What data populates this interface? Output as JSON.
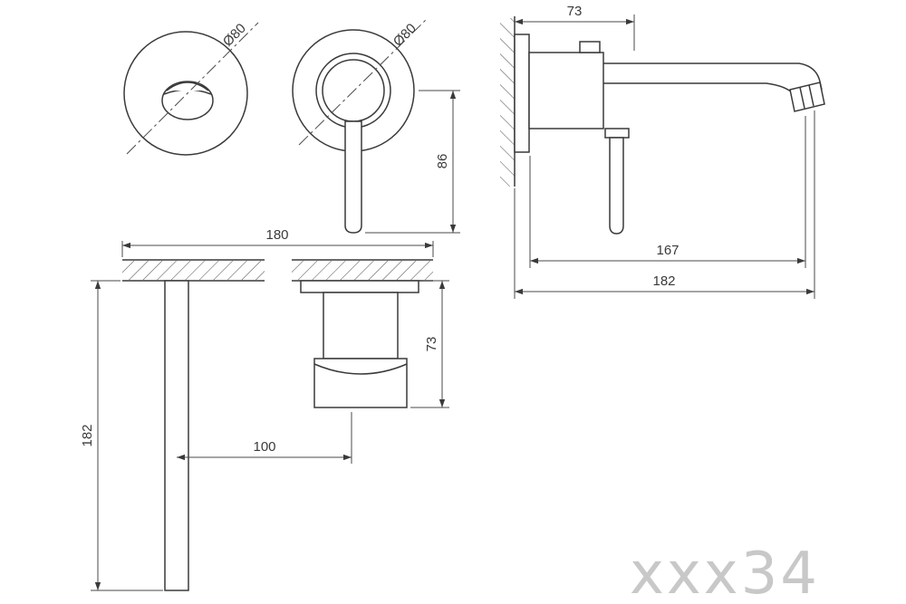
{
  "page": {
    "background_color": "#ffffff",
    "line_color": "#3a3a3a",
    "code_color": "#c8c8c8"
  },
  "labels": {
    "dia_escutcheon": "Ø80",
    "dia_handle_plate": "Ø80",
    "handle_height": "86",
    "top_offset": "73",
    "spout_reach": "167",
    "overall_reach": "182",
    "plate_width": "180",
    "body_height": "73",
    "centre_distance": "100",
    "drop_height": "182",
    "model_code": "xxx34"
  }
}
